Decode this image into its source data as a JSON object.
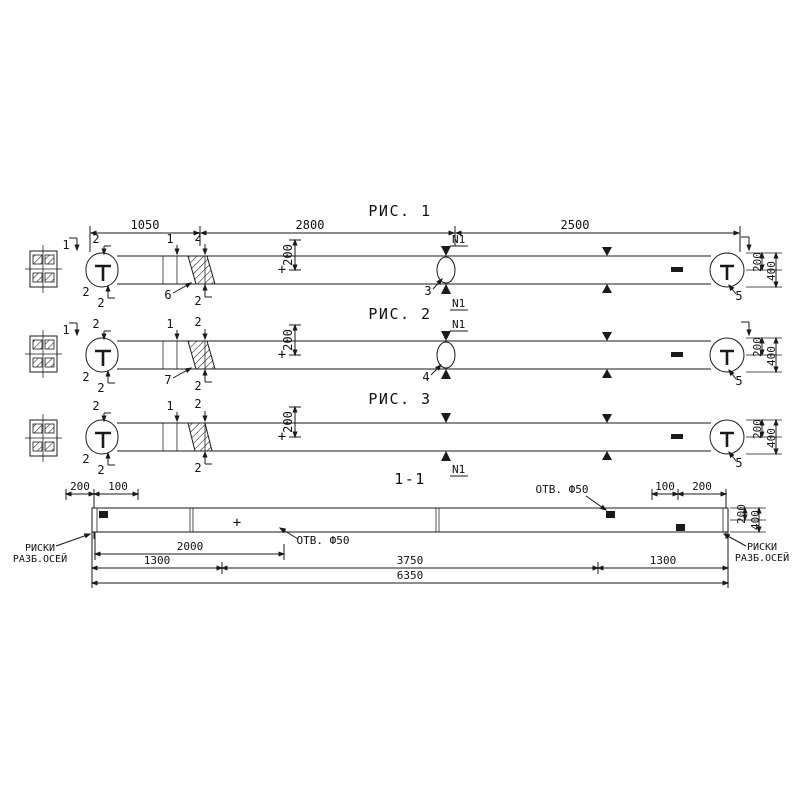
{
  "doc": {
    "fig1": {
      "title": "РИС. 1",
      "dims": {
        "top_left": "1050",
        "top_mid": "2800",
        "top_right": "2500",
        "mid_height": "200",
        "right_top": "200",
        "right_full": "400"
      },
      "marks": {
        "m1": "1",
        "m2": "2",
        "axis": "N1",
        "center": "+",
        "hatch_callout": "6",
        "hole_callout": "3",
        "end_callout": "5"
      }
    },
    "fig2": {
      "title": "РИС. 2",
      "dims": {
        "mid_height": "200",
        "right_top": "200",
        "right_full": "400"
      },
      "marks": {
        "m1": "1",
        "m2": "2",
        "axis": "N1",
        "center": "+",
        "hatch_callout": "7",
        "hole_callout": "4",
        "end_callout": "5"
      }
    },
    "fig3": {
      "title": "РИС. 3",
      "dims": {
        "mid_height": "200",
        "right_top": "200",
        "right_full": "400"
      },
      "marks": {
        "m1": "1",
        "m2": "2",
        "axis": "N1",
        "center": "+",
        "end_callout": "5"
      }
    },
    "section": {
      "title": "1-1",
      "dims": {
        "left_200": "200",
        "left_100": "100",
        "right_100": "100",
        "right_200": "200",
        "span_2000": "2000",
        "left_1300": "1300",
        "mid_3750": "3750",
        "right_1300": "1300",
        "total_6350": "6350",
        "right_v200": "200",
        "right_v400": "400"
      },
      "labels": {
        "hole_top": "ОТВ. Ф50",
        "hole_bottom": "ОТВ. Ф50",
        "center": "+",
        "riski": "РИСКИ",
        "razb_osey": "РАЗБ.ОСЕЙ"
      }
    }
  }
}
